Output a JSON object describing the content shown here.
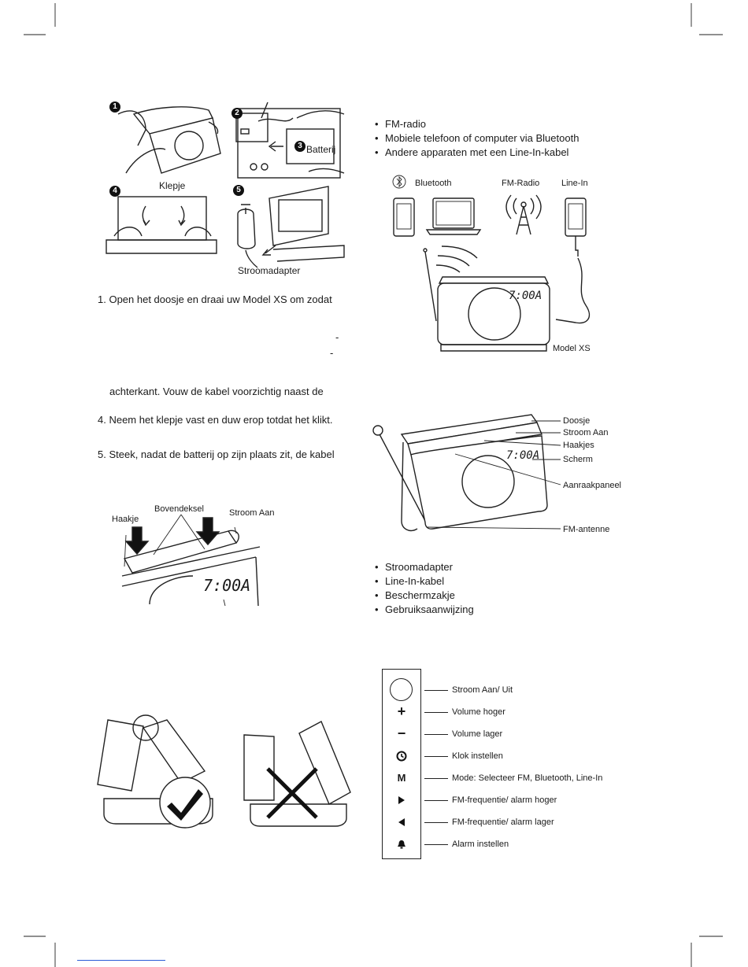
{
  "illustration_steps": {
    "step_numbers": [
      "1",
      "2",
      "3",
      "4",
      "5"
    ],
    "battery_label": "Batterij",
    "flap_label": "Klepje",
    "adapter_label": "Stroomadapter"
  },
  "instructions": {
    "step1": "1. Open het doosje en draai uw Model XS om zodat",
    "dash_a": "-",
    "dash_b": "-",
    "step3_cont": "achterkant. Vouw de kabel voorzichtig naast de",
    "step4": "4. Neem het klepje vast en duw erop totdat het klikt.",
    "step5": "5. Steek, nadat de batterij op zijn plaats zit, de kabel"
  },
  "top_detail": {
    "hook": "Haakje",
    "top_cover": "Bovendeksel",
    "power_on": "Stroom Aan",
    "display": "7:00A"
  },
  "sources": {
    "items": [
      "FM-radio",
      "Mobiele telefoon  of computer via Bluetooth",
      "Andere apparaten met een Line-In-kabel"
    ]
  },
  "connection_diagram": {
    "bluetooth": "Bluetooth",
    "fm_radio": "FM-Radio",
    "line_in": "Line-In",
    "model": "Model XS",
    "display": "7:00A"
  },
  "parts_diagram": {
    "display": "7:00A",
    "labels": [
      "Doosje",
      "Stroom Aan",
      "Haakjes",
      "Scherm",
      "Aanraakpaneel",
      "FM-antenne"
    ]
  },
  "box_contents": {
    "items": [
      "Stroomadapter",
      "Line-In-kabel",
      "Beschermzakje",
      "Gebruiksaanwijzing"
    ]
  },
  "controls": {
    "icons": [
      "+",
      "−",
      "M"
    ],
    "labels": [
      "Stroom Aan/ Uit",
      "Volume hoger",
      "Volume lager",
      "Klok instellen",
      "Mode: Selecteer FM, Bluetooth, Line-In",
      "FM-frequentie/ alarm hoger",
      "FM-frequentie/ alarm lager",
      "Alarm instellen"
    ]
  }
}
